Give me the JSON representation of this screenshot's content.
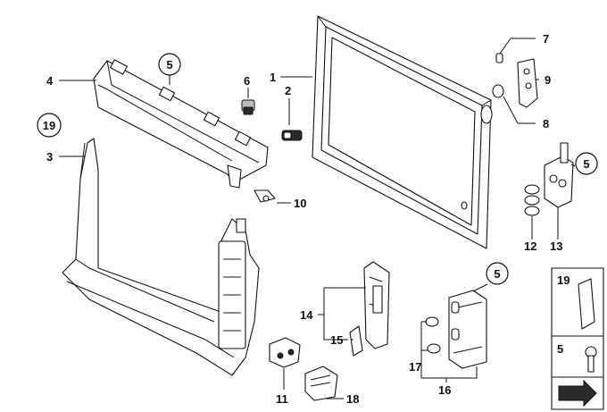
{
  "labels": {
    "p1": "1",
    "p2": "2",
    "p3": "3",
    "p4": "4",
    "p5_top": "5",
    "p5_right": "5",
    "p5_bottom": "5",
    "p5_inset": "5",
    "p6": "6",
    "p7": "7",
    "p8": "8",
    "p9": "9",
    "p10": "10",
    "p11": "11",
    "p12": "12",
    "p13": "13",
    "p14": "14",
    "p15": "15",
    "p16": "16",
    "p17": "17",
    "p18": "18",
    "p19_main": "19",
    "p19_inset": "19"
  },
  "colors": {
    "line": "#111111",
    "fill": "#ffffff",
    "dark": "#2a2a2a",
    "gray": "#bdbdbd"
  }
}
